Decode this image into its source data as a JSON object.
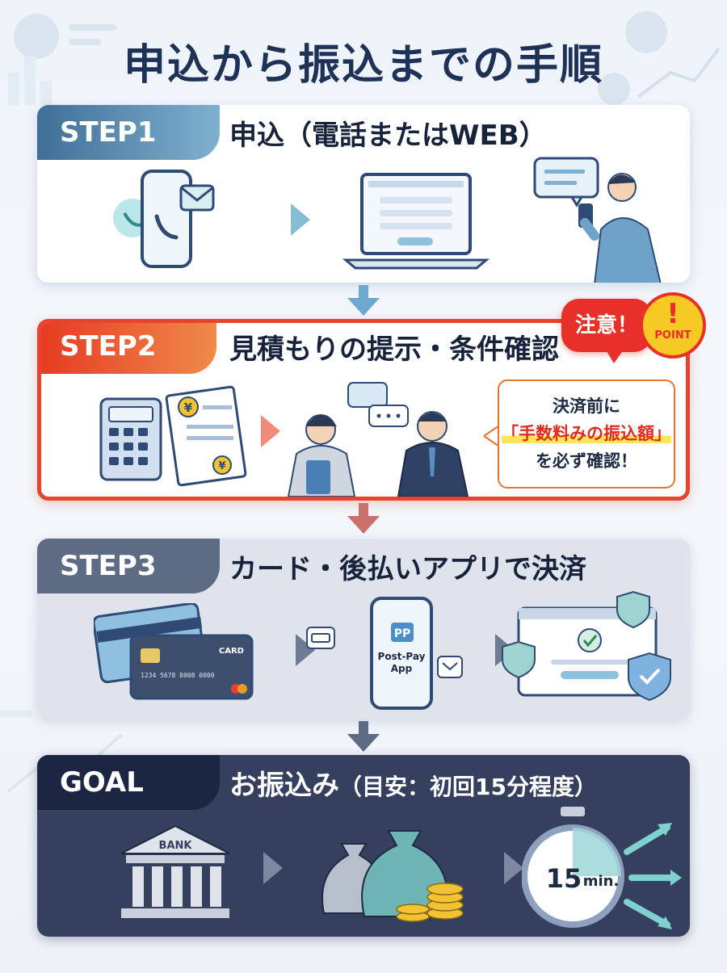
{
  "title": "申込から振込までの手順",
  "steps": [
    {
      "tag": "STEP1",
      "title": "申込（電話またはWEB）"
    },
    {
      "tag": "STEP2",
      "title": "見積もりの提示・条件確認"
    },
    {
      "tag": "STEP3",
      "title": "カード・後払いアプリで決済"
    },
    {
      "tag": "GOAL",
      "title_main": "お振込み",
      "title_sub": "（目安：初回15分程度）"
    }
  ],
  "warning": {
    "label": "注意！",
    "badge_mark": "!",
    "badge_text": "POINT"
  },
  "callout": {
    "line1": "決済前に",
    "highlight": "「手数料みの振込額」",
    "line3": "を必ず確認！"
  },
  "illustrations": {
    "yen_symbol": "¥",
    "card_label": "CARD",
    "card_number": "1234 5678 8008 0000",
    "app_logo": "PP",
    "app_name_1": "Post-Pay",
    "app_name_2": "App",
    "bank_label": "BANK",
    "timer_number": "15",
    "timer_unit": "min."
  },
  "colors": {
    "step1_accent": "#5f93b8",
    "step2_accent": "#e8432e",
    "step3_accent": "#5e6b84",
    "goal_accent": "#1b2643",
    "highlight": "#ffe45c"
  }
}
